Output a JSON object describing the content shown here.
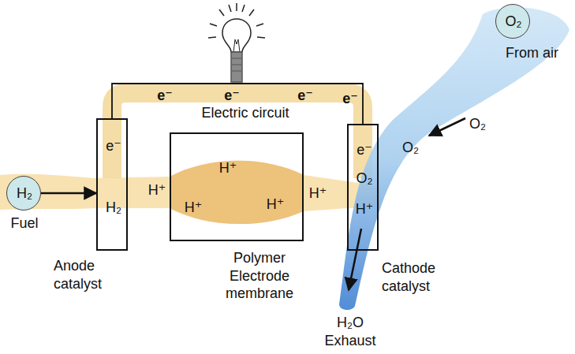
{
  "diagram": {
    "nodes": [
      {
        "text": [
          "H₂",
          "Fuel"
        ]
      },
      {
        "text": [
          "e⁻",
          "H₂",
          "Anode catalyst"
        ]
      },
      {
        "text": [
          "H⁺",
          "H⁺",
          "H⁺",
          "Polymer Electrode membrane"
        ]
      },
      {
        "text": [
          "e⁻",
          "O₂",
          "H⁺",
          "Cathode catalyst"
        ]
      },
      {
        "text": [
          "O₂",
          "From air"
        ]
      }
    ],
    "edges": [
      {
        "from": 0,
        "to": 1,
        "arrow": "to"
      },
      {
        "from": 1,
        "to": 3,
        "arrow": "none"
      }
    ],
    "labels": [
      "e⁻",
      "e⁻",
      "e⁻",
      "e⁻",
      "Electric circuit",
      "H⁺",
      "H⁺",
      "O₂",
      "O₂",
      "H₂O Exhaust"
    ]
  }
}
